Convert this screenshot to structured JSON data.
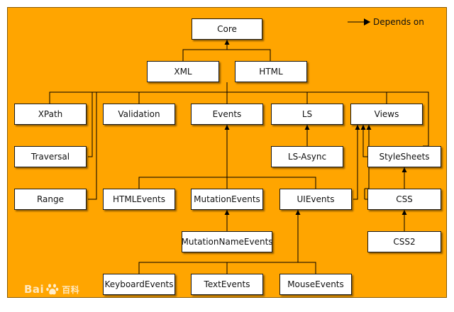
{
  "diagram": {
    "legend": {
      "label": "Depends on"
    },
    "watermark": {
      "brand_latin": "Bai",
      "brand_cn": "百科"
    },
    "nodes": {
      "core": "Core",
      "xml": "XML",
      "html": "HTML",
      "xpath": "XPath",
      "validation": "Validation",
      "events": "Events",
      "ls": "LS",
      "views": "Views",
      "traversal": "Traversal",
      "ls_async": "LS-Async",
      "stylesheets": "StyleSheets",
      "range": "Range",
      "html_events": "HTMLEvents",
      "mutation_events": "MutationEvents",
      "ui_events": "UIEvents",
      "css": "CSS",
      "mutation_name_events": "MutationNameEvents",
      "css2": "CSS2",
      "keyboard_events": "KeyboardEvents",
      "text_events": "TextEvents",
      "mouse_events": "MouseEvents"
    }
  }
}
